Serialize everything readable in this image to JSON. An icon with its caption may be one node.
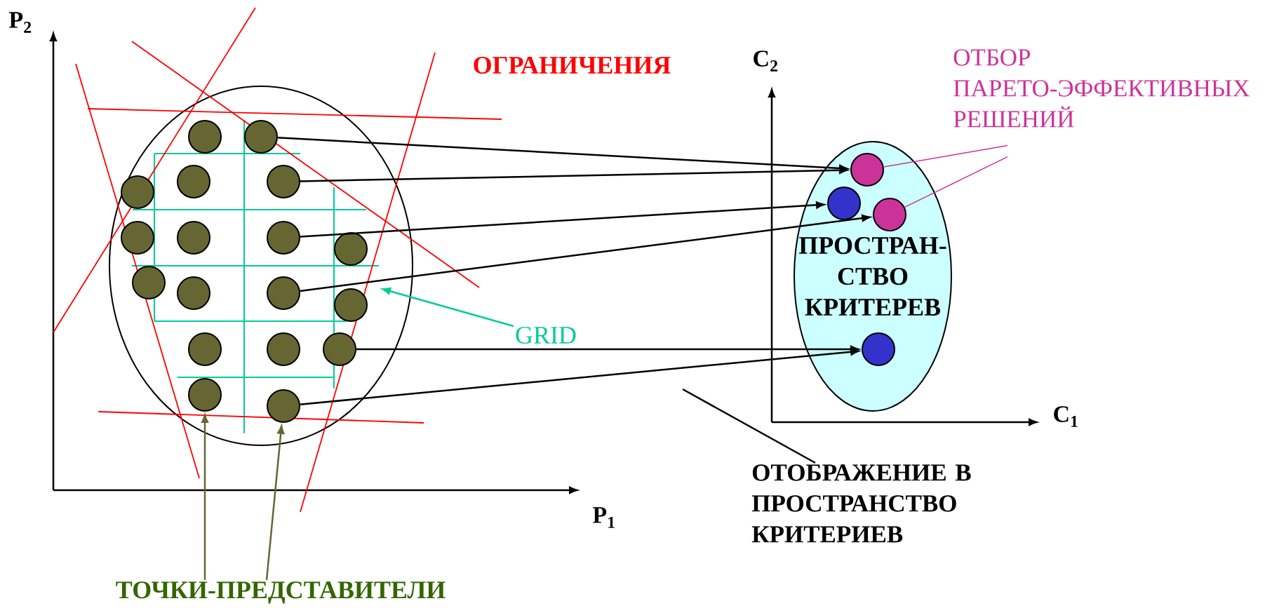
{
  "diagram": {
    "nodes": [
      {
        "text": [],
        "shape": "ellipse"
      },
      {
        "text": [],
        "shape": "circle",
        "in": 0
      },
      {
        "text": [],
        "shape": "circle",
        "in": 0
      },
      {
        "text": [],
        "shape": "circle",
        "in": 0
      },
      {
        "text": [],
        "shape": "circle",
        "in": 0
      },
      {
        "text": [],
        "shape": "circle",
        "in": 0
      },
      {
        "text": [],
        "shape": "circle",
        "in": 0
      },
      {
        "text": [],
        "shape": "circle",
        "in": 0
      },
      {
        "text": [],
        "shape": "circle",
        "in": 0
      },
      {
        "text": [],
        "shape": "circle",
        "in": 0
      },
      {
        "text": [],
        "shape": "circle",
        "in": 0
      },
      {
        "text": [],
        "shape": "circle",
        "in": 0
      },
      {
        "text": [],
        "shape": "circle",
        "in": 0
      },
      {
        "text": [],
        "shape": "circle",
        "in": 0
      },
      {
        "text": [],
        "shape": "circle",
        "in": 0
      },
      {
        "text": [],
        "shape": "circle",
        "in": 0
      },
      {
        "text": [],
        "shape": "circle",
        "in": 0
      },
      {
        "text": [],
        "shape": "circle",
        "in": 0
      },
      {
        "text": [],
        "shape": "circle",
        "in": 0
      },
      {
        "text": [
          "ПРОСТРАН- СТВО КРИТЕРЕВ"
        ]
      },
      {
        "text": [],
        "shape": "circle",
        "in": 19
      },
      {
        "text": [],
        "shape": "circle",
        "in": 19
      },
      {
        "text": [],
        "shape": "circle",
        "in": 19
      },
      {
        "text": [],
        "shape": "circle",
        "in": 19
      },
      {
        "text": [
          "GRID"
        ]
      },
      {
        "text": [
          "ТОЧКИ-ПРЕДСТАВИТЕЛИ"
        ]
      },
      {
        "text": [
          "ОТБОР ПАРЕТО-ЭФФЕКТИВНЫХ РЕШЕНИЙ"
        ]
      },
      {
        "text": [
          "ОТОБРАЖЕНИЕ В ПРОСТРАНСТВО КРИТЕРИЕВ"
        ]
      }
    ],
    "edges": [
      {
        "from": 2,
        "to": 20,
        "arrow": "to"
      },
      {
        "from": 5,
        "to": 20,
        "arrow": "to"
      },
      {
        "from": 8,
        "to": 21,
        "arrow": "to"
      },
      {
        "from": 12,
        "to": 22,
        "arrow": "to"
      },
      {
        "from": 16,
        "to": 23,
        "arrow": "to"
      },
      {
        "from": 18,
        "to": 23,
        "arrow": "to"
      },
      {
        "from": 24,
        "to": null,
        "arrow": "to",
        "color": "#00cc99"
      },
      {
        "from": 25,
        "to": 17,
        "arrow": "to",
        "color": "#666633"
      },
      {
        "from": 25,
        "to": 18,
        "arrow": "to",
        "color": "#666633"
      },
      {
        "from": 26,
        "to": 20,
        "arrow": "none",
        "color": "#cc3399"
      },
      {
        "from": 26,
        "to": 22,
        "arrow": "none",
        "color": "#cc3399"
      },
      {
        "from": 27,
        "to": null,
        "arrow": "none"
      }
    ],
    "labels": [
      "P$_{2}$",
      "ОГРАНИЧЕНИЯ",
      "C$_{2}$",
      "C$_{1}$",
      "P$_{1}$"
    ]
  }
}
